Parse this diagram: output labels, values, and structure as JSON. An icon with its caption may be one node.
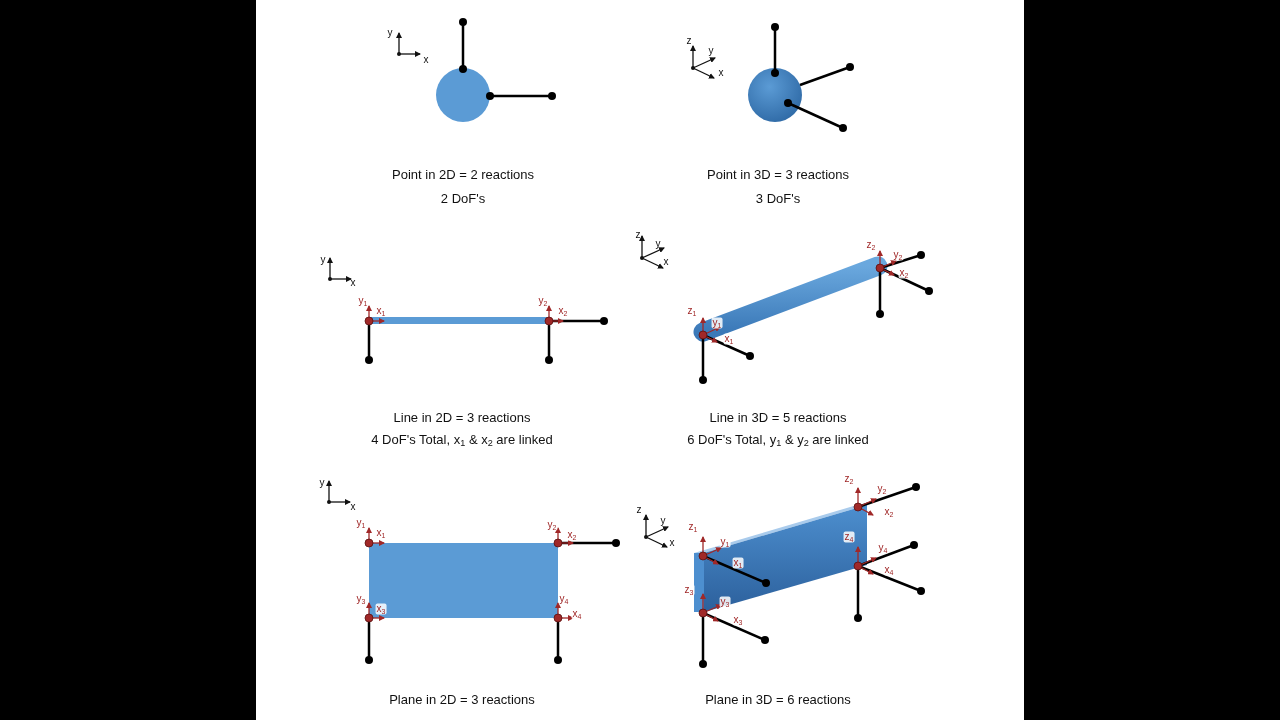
{
  "diagram": {
    "labels": [
      "y",
      "x",
      "Point in 2D = 2 reactions",
      "2 DoF's",
      "z",
      "y",
      "x",
      "Point in 3D = 3 reactions",
      "3 DoF's",
      "y",
      "x",
      "y$_{1}$",
      "x$_{1}$",
      "y$_{2}$",
      "x$_{2}$",
      "Line in 2D = 3 reactions",
      "4 DoF's Total, x$_{1}$ & x$_{2}$ are linked",
      "z",
      "y",
      "x",
      "z$_{2}$",
      "y$_{2}$",
      "x$_{2}$",
      "z$_{1}$",
      "y$_{1}$",
      "x$_{1}$",
      "Line in 3D = 5 reactions",
      "6 DoF's Total, y$_{1}$ & y$_{2}$ are linked",
      "y",
      "x",
      "y$_{1}$",
      "x$_{1}$",
      "y$_{2}$",
      "x$_{2}$",
      "y$_{3}$",
      "x$_{3}$",
      "y$_{4}$",
      "x$_{4}$",
      "Plane in 2D = 3 reactions",
      "z",
      "y",
      "x",
      "z$_{2}$",
      "y$_{2}$",
      "x$_{2}$",
      "z$_{1}$",
      "y$_{1}$",
      "x$_{1}$",
      "z$_{4}$",
      "y$_{4}$",
      "x$_{4}$",
      "z$_{3}$",
      "y$_{3}$",
      "x$_{3}$",
      "Plane in 3D = 6 reactions"
    ]
  }
}
